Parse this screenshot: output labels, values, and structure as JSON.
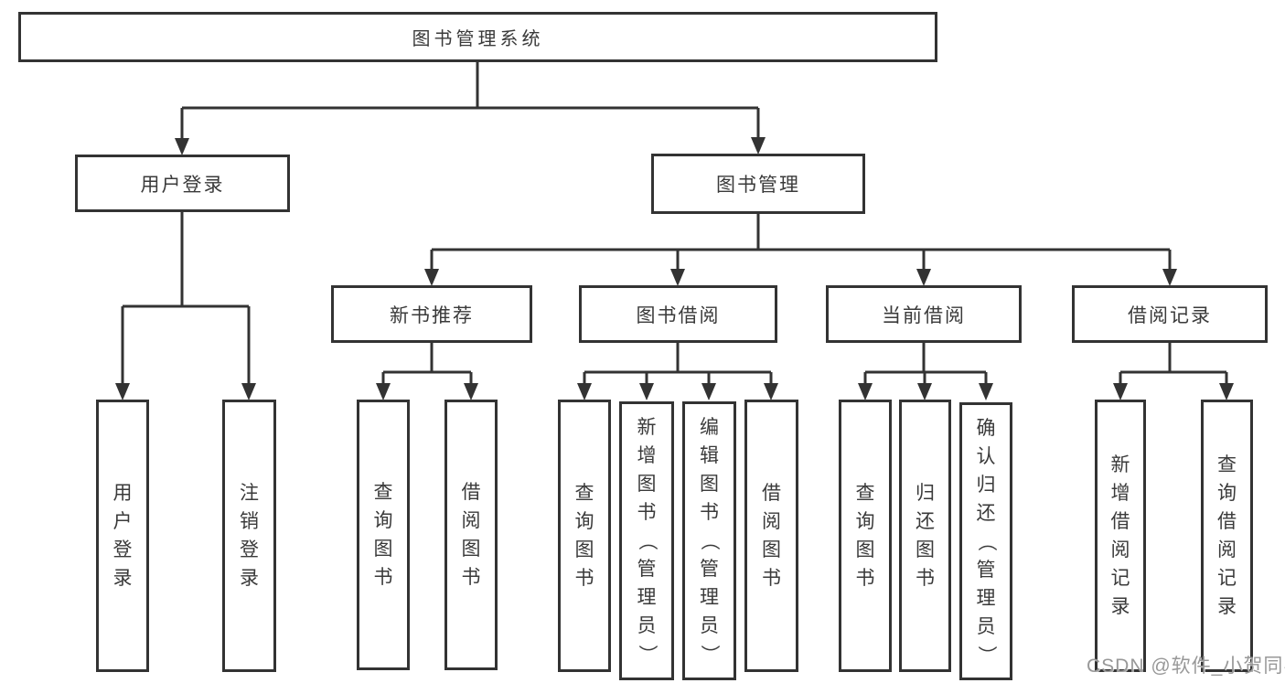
{
  "diagram_type": "hierarchy-tree",
  "tree": {
    "label": "图书管理系统",
    "children": [
      {
        "label": "用户登录",
        "children": [
          {
            "label": "用户登录"
          },
          {
            "label": "注销登录"
          }
        ]
      },
      {
        "label": "图书管理",
        "children": [
          {
            "label": "新书推荐",
            "children": [
              {
                "label": "查询图书"
              },
              {
                "label": "借阅图书"
              }
            ]
          },
          {
            "label": "图书借阅",
            "children": [
              {
                "label": "查询图书"
              },
              {
                "label": "新增图书（管理员）"
              },
              {
                "label": "编辑图书（管理员）"
              },
              {
                "label": "借阅图书"
              }
            ]
          },
          {
            "label": "当前借阅",
            "children": [
              {
                "label": "查询图书"
              },
              {
                "label": "归还图书"
              },
              {
                "label": "确认归还（管理员）"
              }
            ]
          },
          {
            "label": "借阅记录",
            "children": [
              {
                "label": "新增借阅记录"
              },
              {
                "label": "查询借阅记录"
              }
            ]
          }
        ]
      }
    ]
  },
  "watermark": {
    "text": "CSDN @软件_小贺同学"
  },
  "colors": {
    "line": "#333333",
    "box_border": "#333333",
    "text": "#3a3a3a",
    "background": "#ffffff",
    "watermark": "#989898"
  }
}
